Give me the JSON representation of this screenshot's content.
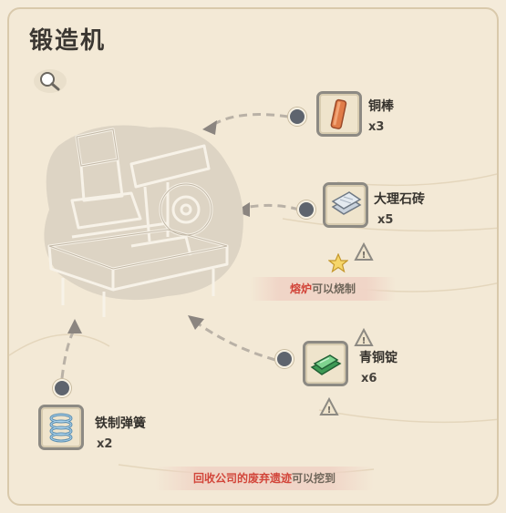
{
  "header": {
    "title": "锻造机"
  },
  "search": {
    "icon": "magnifier-icon"
  },
  "materials": [
    {
      "name": "铜棒",
      "count": "x3",
      "icon": "copper-rod-icon"
    },
    {
      "name": "大理石砖",
      "count": "x5",
      "icon": "marble-brick-icon"
    },
    {
      "name": "青铜锭",
      "count": "x6",
      "icon": "bronze-ingot-icon"
    },
    {
      "name": "铁制弹簧",
      "count": "x2",
      "icon": "iron-spring-icon"
    }
  ],
  "notes": {
    "furnace": {
      "highlight": "熔炉",
      "rest": "可以烧制"
    },
    "salvage": {
      "highlight": "回收公司的废弃遗迹",
      "rest": "可以挖到"
    }
  },
  "colors": {
    "background": "#f3e9d6",
    "highlight_text": "#d2453a",
    "dot": "#5e646e"
  }
}
